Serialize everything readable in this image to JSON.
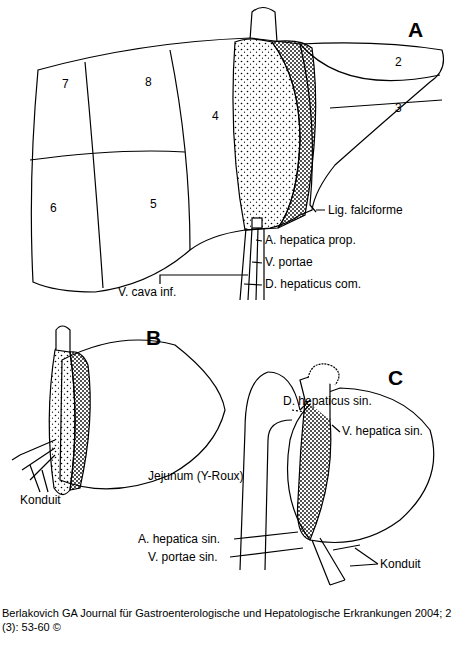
{
  "diagram": {
    "caption": "Berlakovich GA Journal für Gastroenterologische und Hepatologische Erkrankungen 2004; 2 (3): 53-60 ©",
    "labels": [
      "A",
      "7",
      "8",
      "2",
      "3",
      "4",
      "6",
      "5",
      "Lig. falciforme",
      "A. hepatica prop.",
      "V. portae",
      "V. cava inf.",
      "D. hepaticus com.",
      "B",
      "Konduit",
      "C",
      "D. hepaticus sin.",
      "V. hepatica sin.",
      "Jejunum (Y-Roux)",
      "A. hepatica sin.",
      "V. portae sin.",
      "Konduit"
    ]
  }
}
